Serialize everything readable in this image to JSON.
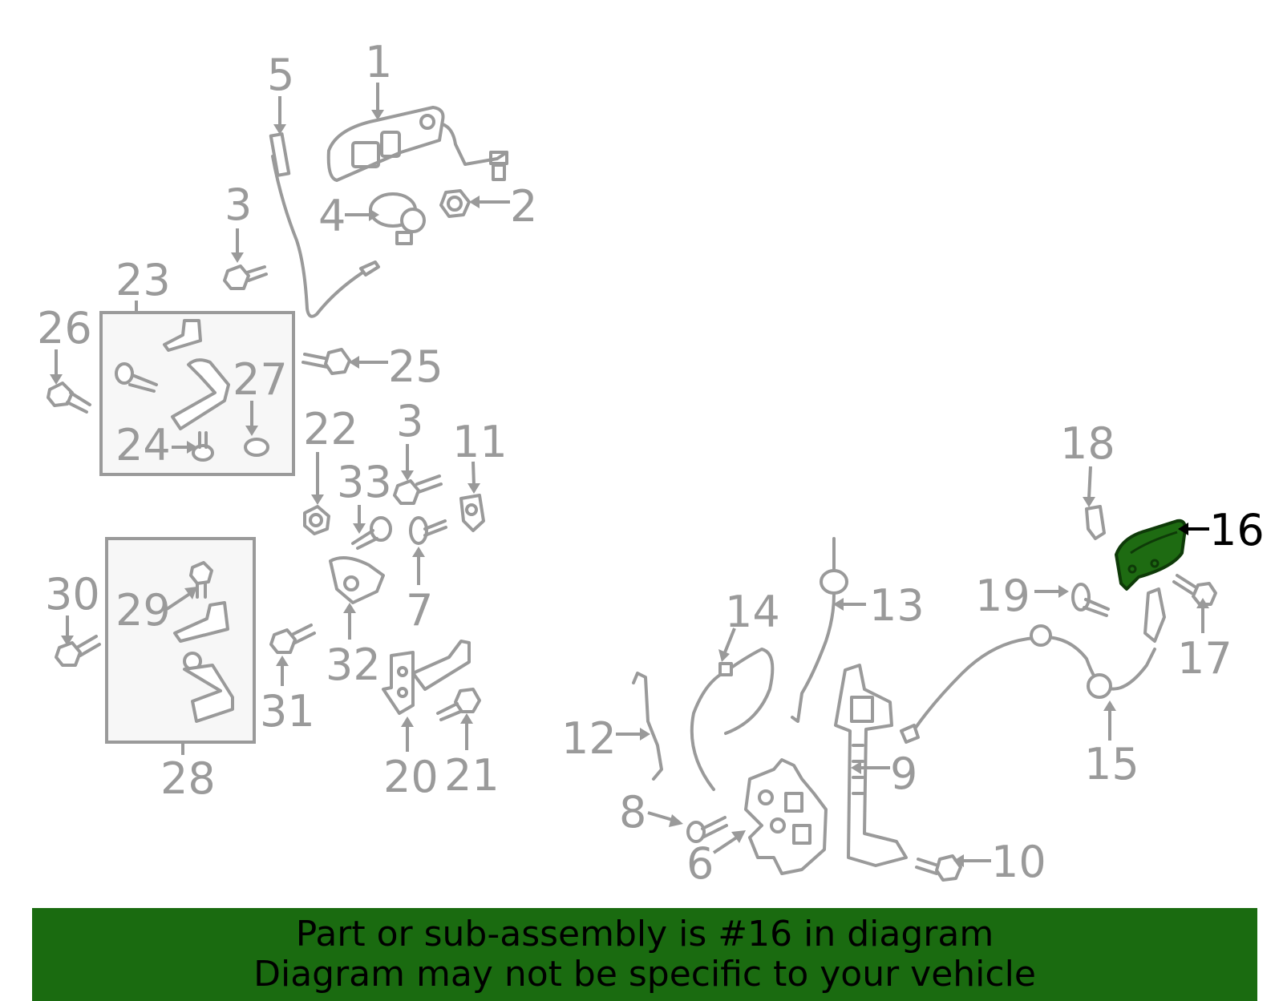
{
  "diagram": {
    "callouts": [
      "1",
      "2",
      "3",
      "4",
      "5",
      "6",
      "7",
      "8",
      "9",
      "10",
      "11",
      "12",
      "13",
      "14",
      "15",
      "16",
      "17",
      "18",
      "19",
      "20",
      "21",
      "22",
      "23",
      "24",
      "25",
      "26",
      "27",
      "28",
      "29",
      "30",
      "31",
      "32",
      "33"
    ],
    "highlighted_part": "16",
    "highlight_color": "#1e6b12"
  },
  "banner": {
    "line1": "Part or sub-assembly is #16 in diagram",
    "line2": "Diagram may not be specific to your vehicle",
    "background": "#1a6b10"
  }
}
